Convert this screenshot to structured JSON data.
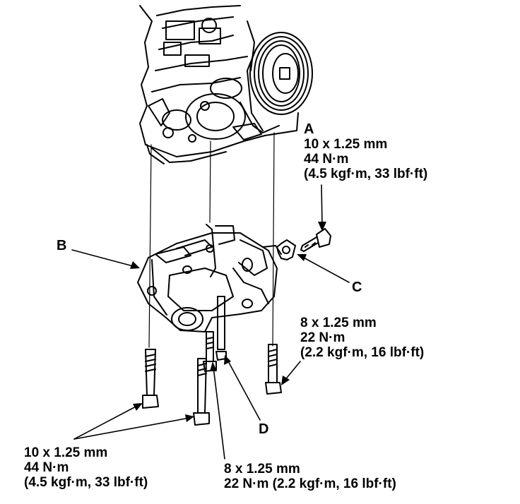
{
  "callouts": {
    "A": {
      "letter": "A",
      "lines": [
        "10 x 1.25 mm",
        "44 N·m",
        "(4.5 kgf·m, 33 lbf·ft)"
      ]
    },
    "B": {
      "letter": "B"
    },
    "C": {
      "letter": "C"
    },
    "D": {
      "letter": "D"
    },
    "right_bolt": {
      "lines": [
        "8 x 1.25 mm",
        "22 N·m",
        "(2.2 kgf·m, 16 lbf·ft)"
      ]
    },
    "lower_left_bolts": {
      "lines": [
        "10 x 1.25 mm",
        "44 N·m",
        "(4.5 kgf·m, 33 lbf·ft)"
      ]
    },
    "lower_center_bolt": {
      "lines": [
        "8 x 1.25 mm",
        "22 N·m (2.2 kgf·m, 16 lbf·ft)"
      ]
    }
  }
}
